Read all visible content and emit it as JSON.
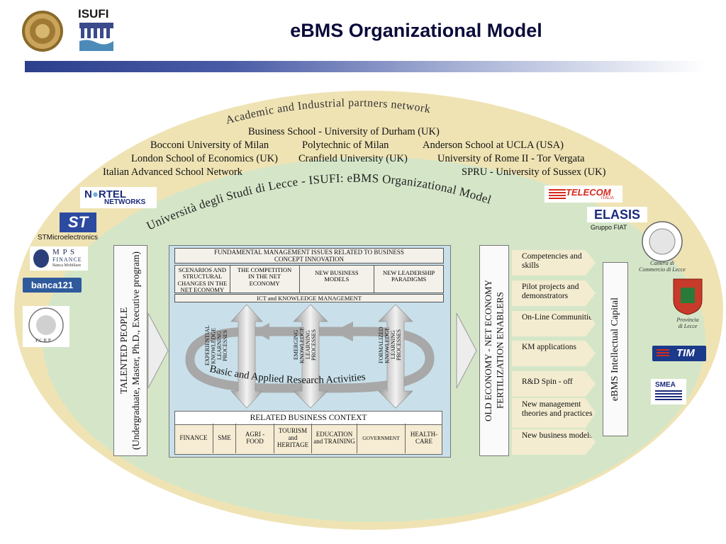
{
  "header": {
    "title": "eBMS Organizational Model",
    "isufi_label": "ISUFI"
  },
  "outer_ring": {
    "arc_title": "Academic and Industrial partners network",
    "partners": [
      "Business School - University of Durham (UK)",
      "Bocconi University of Milan",
      "Polytechnic of Milan",
      "Anderson School at UCLA (USA)",
      "London School of Economics (UK)",
      "Cranfield University (UK)",
      "University of Rome II - Tor Vergata",
      "Italian Advanced School Network",
      "SPRU - University of Sussex (UK)"
    ]
  },
  "inner_ring": {
    "arc_title": "Università degli Studi di Lecce - ISUFI: eBMS Organizational Model"
  },
  "logos_left": {
    "nortel": [
      "N",
      "RTEL",
      "NETWORKS"
    ],
    "st": "ST",
    "stmicro": "STMicroelectronics",
    "mps": [
      "M P S",
      "FINANCE",
      "Banca Mobiliare"
    ],
    "banca121": "banca121",
    "fcrp": "F.C.R.P."
  },
  "logos_right": {
    "telecom": [
      "TELECOM",
      "ITALIA"
    ],
    "elasis": "ELASIS",
    "elasis_sub": "Gruppo FIAT",
    "camera": [
      "Camera di",
      "Commercio di Lecce"
    ],
    "provincia": [
      "Provincia",
      "di Lecce"
    ],
    "tim": "TIM",
    "smea": "SMEA"
  },
  "left_column": {
    "line1": "TALENTED PEOPLE",
    "line2": "(Undergraduate, Master, Ph.D., Executive program)"
  },
  "center": {
    "fundamental": "FUNDAMENTAL MANAGEMENT ISSUES RELATED TO BUSINESS CONCEPT INNOVATION",
    "issues": [
      "SCENARIOS AND STRUCTURAL CHANGES IN THE NET ECONOMY",
      "THE COMPETITION IN THE NET ECONOMY",
      "NEW BUSINESS MODELS",
      "NEW LEADERSHIP PARADIGMS"
    ],
    "ict": "ICT and KNOWLEDGE MANAGEMENT",
    "processes": [
      "EXPERIENTIAL KNOWLEDGE LEARNING PROCESSES",
      "EMERGING KNOWLEDGE LEARNING PROCESSES",
      "FORMALIZED KNOWLEDGE LEARNING PROCESSES"
    ],
    "research": "Basic and Applied Research Activities",
    "context_title": "RELATED BUSINESS CONTEXT",
    "context_items": [
      "FINANCE",
      "SME",
      "AGRI - FOOD",
      "TOURISM and HERITAGE",
      "EDUCATION and TRAINING",
      "GOVERNMENT",
      "HEALTH- CARE"
    ]
  },
  "right_column": {
    "enablers_line1": "OLD ECONOMY - NET ECONOMY",
    "enablers_line2": "FERTILIZATION ENABLERS",
    "outputs": [
      "Competencies and skills",
      "Pilot projects and demonstrators",
      "On-Line Communities",
      "KM applications",
      "R&D Spin - off",
      "New management theories and practices",
      "New business models"
    ],
    "capital": "eBMS Intellectual Capital"
  },
  "colors": {
    "outer": "#efe3b4",
    "inner": "#d5e6c8",
    "center_bg": "#c9e0ea",
    "title": "#0a0a3a"
  }
}
